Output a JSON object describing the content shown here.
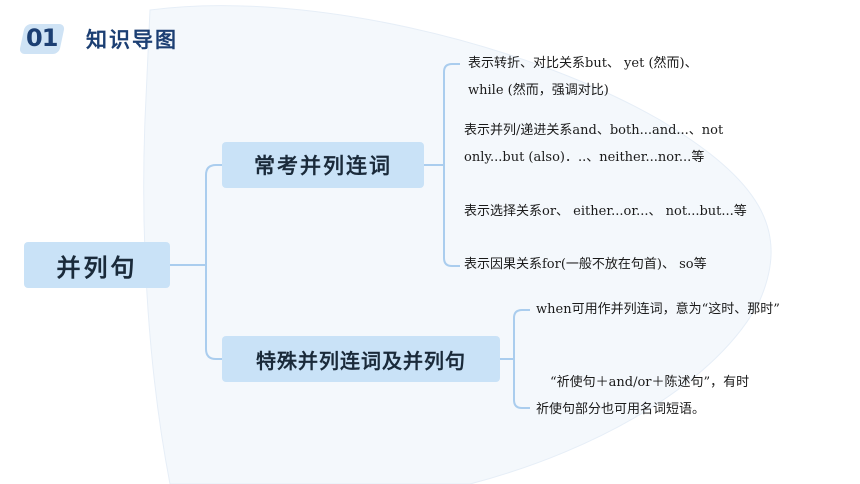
{
  "header": {
    "number": "01",
    "title": "知识导图"
  },
  "root": {
    "label": "并列句"
  },
  "branches": [
    {
      "label": "常考并列连词",
      "leaves": [
        {
          "lines": [
            "表示转折、对比关系but、 yet (然而)、",
            "while (然而，强调对比)"
          ]
        },
        {
          "lines": [
            "表示并列/递进关系and、both...and...、not",
            "only...but (also)．..、neither...nor...等"
          ]
        },
        {
          "lines": [
            "表示选择关系or、 either...or...、 not...but...等"
          ]
        },
        {
          "lines": [
            "表示因果关系for(一般不放在句首)、 so等"
          ]
        }
      ]
    },
    {
      "label": "特殊并列连词及并列句",
      "leaves": [
        {
          "lines": [
            "when可用作并列连词，意为“这时、那时”"
          ]
        },
        {
          "lines": [
            "“祈使句＋and/or＋陈述句”，有时",
            "祈使句部分也可用名词短语。"
          ]
        }
      ]
    }
  ],
  "colors": {
    "box": "#c9e2f7",
    "line": "#aacdee",
    "title": "#1c3f73"
  }
}
